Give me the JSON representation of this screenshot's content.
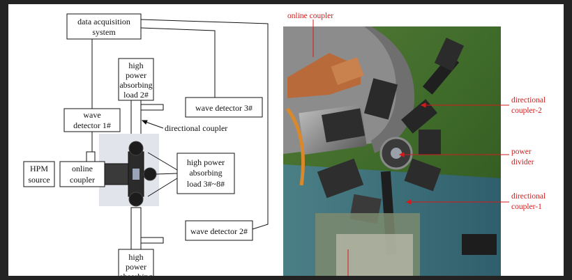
{
  "diagram": {
    "boxes": {
      "daq": [
        "data acquisition",
        "system"
      ],
      "load_top": [
        "high",
        "power",
        "absorbing",
        "load 2#"
      ],
      "wave1": [
        "wave",
        "detector 1#"
      ],
      "hpm": [
        "HPM",
        "source"
      ],
      "coupler": [
        "online",
        "coupler"
      ],
      "load_mid": [
        "high power",
        "absorbing",
        "load 3#~8#"
      ],
      "wave3": "wave detector 3#",
      "wave2": "wave detector 2#",
      "load_bot": [
        "high",
        "power",
        "absorbing"
      ]
    },
    "labels": {
      "dir_coupler": "directional coupler"
    }
  },
  "photo": {
    "annotations": {
      "online_coupler": "online coupler",
      "dir2": [
        "directional",
        "coupler-2"
      ],
      "divider": [
        "power",
        "divider"
      ],
      "dir1": [
        "directional",
        "coupler-1"
      ]
    },
    "colors": {
      "annotation": "#d61a1a",
      "grass": "#3f6b2a",
      "metal": "#8a8a8a"
    }
  }
}
